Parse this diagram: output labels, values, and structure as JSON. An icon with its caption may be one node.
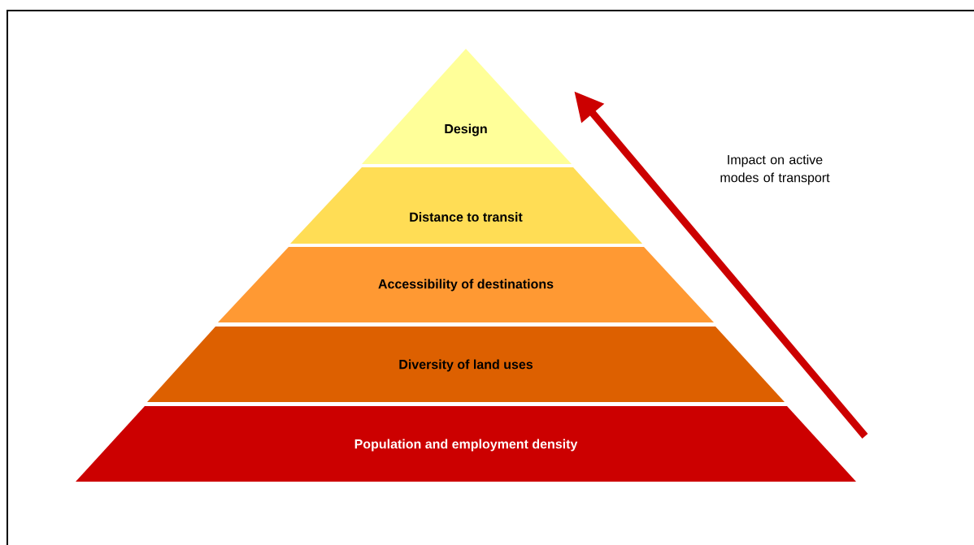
{
  "diagram": {
    "nodes": [
      {
        "text": [
          "Design"
        ]
      },
      {
        "text": [
          "Distance to transit"
        ]
      },
      {
        "text": [
          "Accessibility of destinations"
        ]
      },
      {
        "text": [
          "Diversity of land uses"
        ]
      },
      {
        "text": [
          "Population and employment density"
        ]
      }
    ],
    "labels": [
      "Impact on active modes of transport"
    ]
  }
}
